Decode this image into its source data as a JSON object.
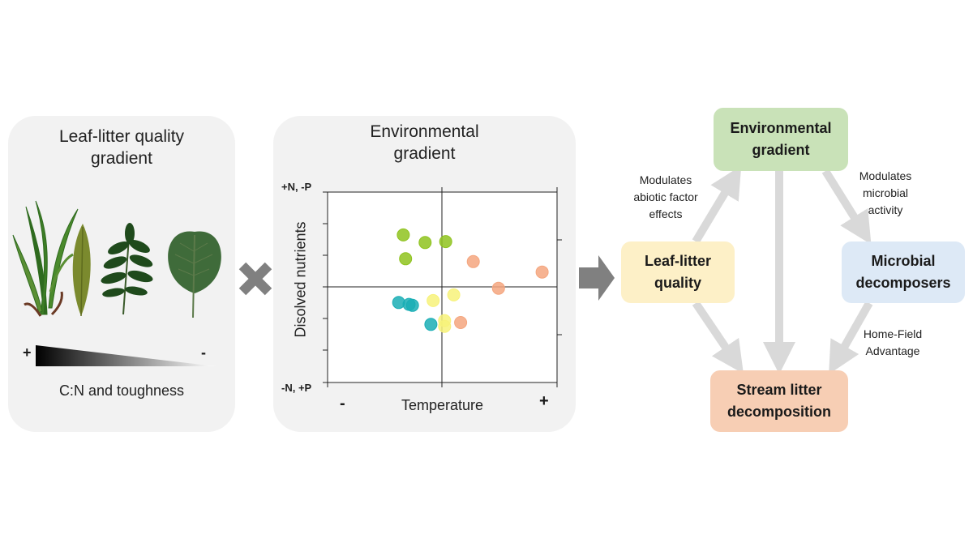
{
  "left_panel": {
    "title": "Leaf-litter quality\ngradient",
    "gradient_plus": "+",
    "gradient_minus": "-",
    "gradient_label": "C:N and toughness",
    "leaf_icons": [
      "grass-leaf-icon",
      "willow-leaf-icon",
      "compound-leaf-icon",
      "alder-leaf-icon"
    ]
  },
  "middle_panel": {
    "title": "Environmental\ngradient"
  },
  "chart_data": {
    "type": "scatter",
    "xlabel": "Temperature",
    "ylabel": "Disolved nutrients",
    "x_min_label": "-",
    "x_max_label": "+",
    "y_top_label": "+N, -P",
    "y_bottom_label": "-N, +P",
    "xlim": [
      -1,
      1
    ],
    "ylim": [
      -1,
      1
    ],
    "series": [
      {
        "color": "#8fc31f",
        "points": [
          [
            -0.34,
            0.55
          ],
          [
            -0.15,
            0.47
          ],
          [
            0.03,
            0.48
          ],
          [
            -0.32,
            0.3
          ]
        ]
      },
      {
        "color": "#f4a67f",
        "points": [
          [
            0.27,
            0.27
          ],
          [
            0.49,
            -0.01
          ],
          [
            0.87,
            0.16
          ],
          [
            0.16,
            -0.37
          ]
        ]
      },
      {
        "color": "#f7f27a",
        "points": [
          [
            -0.08,
            -0.14
          ],
          [
            0.1,
            -0.08
          ],
          [
            0.02,
            -0.35
          ],
          [
            0.02,
            -0.41
          ]
        ]
      },
      {
        "color": "#1aaeb5",
        "points": [
          [
            -0.38,
            -0.16
          ],
          [
            -0.29,
            -0.18
          ],
          [
            -0.26,
            -0.19
          ],
          [
            -0.1,
            -0.39
          ]
        ]
      }
    ]
  },
  "symbols": {
    "cross_icon": "cross-icon",
    "arrow_icon": "right-arrow-icon",
    "cross_color": "#808080"
  },
  "flow": {
    "boxes": {
      "environmental": {
        "label": "Environmental\ngradient",
        "color": "#c9e2b8"
      },
      "leaf_quality": {
        "label": "Leaf-litter\nquality",
        "color": "#fdf0c7"
      },
      "microbial": {
        "label": "Microbial\ndecomposers",
        "color": "#dde9f6"
      },
      "stream": {
        "label": "Stream litter\ndecomposition",
        "color": "#f7ceb4"
      }
    },
    "notes": {
      "abiotic": "Modulates\nabiotic factor\neffects",
      "microbial_activity": "Modulates\nmicrobial\nactivity",
      "home_field": "Home-Field\nAdvantage"
    },
    "arrow_color": "#d9d9d9"
  }
}
